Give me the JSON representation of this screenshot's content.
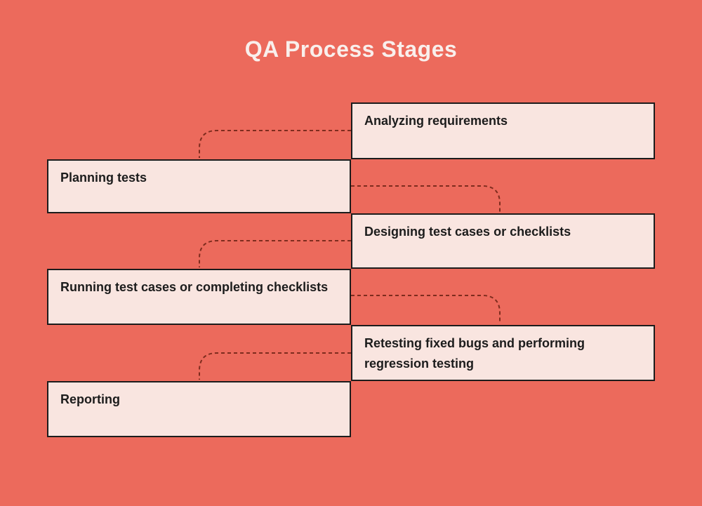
{
  "title": "QA Process Stages",
  "stages": [
    {
      "label": "Analyzing requirements",
      "side": "right"
    },
    {
      "label": "Planning tests",
      "side": "left"
    },
    {
      "label": "Designing test cases or checklists",
      "side": "right"
    },
    {
      "label": "Running test cases or completing checklists",
      "side": "left"
    },
    {
      "label": "Retesting fixed bugs and performing regression testing",
      "side": "right"
    },
    {
      "label": "Reporting",
      "side": "left"
    }
  ],
  "colors": {
    "background": "#ec6a5c",
    "box_fill": "#f9e5e0",
    "box_border": "#1c1c1c",
    "box_text": "#1c1c1c",
    "connector_dash": "#7e2c1e",
    "title_text": "#f9efec"
  }
}
